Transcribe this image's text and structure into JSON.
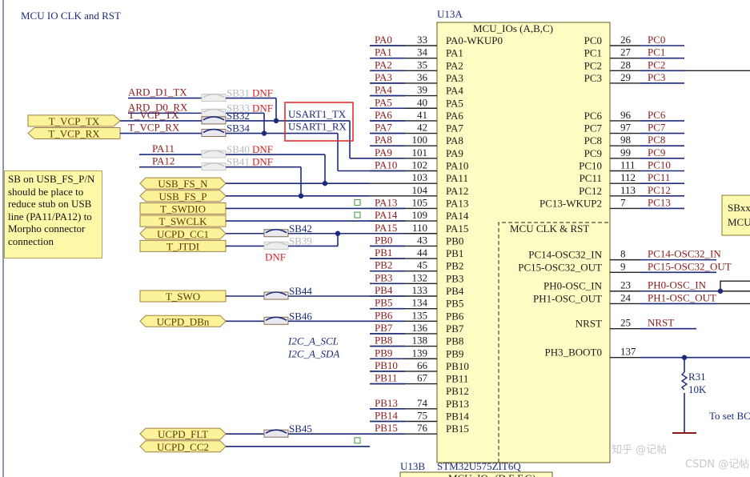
{
  "title": "MCU IO CLK and RST",
  "chip": {
    "designator_a": "U13A",
    "part_a": "MCU_IOs (A,B,C)",
    "designator_b": "U13B",
    "part_number": "STM32U575ZIT6Q",
    "part_b": "MCU_IOs (D,E,F,G)",
    "clk_section": "MCU CLK & RST"
  },
  "left_pins": [
    {
      "name": "PA0-WKUP0",
      "num": "33",
      "net": "PA0"
    },
    {
      "name": "PA1",
      "num": "34",
      "net": "PA1"
    },
    {
      "name": "PA2",
      "num": "35",
      "net": "PA2"
    },
    {
      "name": "PA3",
      "num": "36",
      "net": "PA3"
    },
    {
      "name": "PA4",
      "num": "39",
      "net": "PA4"
    },
    {
      "name": "PA5",
      "num": "40",
      "net": "PA5"
    },
    {
      "name": "PA6",
      "num": "41",
      "net": "PA6"
    },
    {
      "name": "PA7",
      "num": "42",
      "net": "PA7"
    },
    {
      "name": "PA8",
      "num": "100",
      "net": "PA8"
    },
    {
      "name": "PA9",
      "num": "101",
      "net": "PA9"
    },
    {
      "name": "PA10",
      "num": "102",
      "net": "PA10"
    },
    {
      "name": "PA11",
      "num": "103",
      "net": ""
    },
    {
      "name": "PA12",
      "num": "104",
      "net": ""
    },
    {
      "name": "PA13",
      "num": "105",
      "net": "PA13"
    },
    {
      "name": "PA14",
      "num": "109",
      "net": "PA14"
    },
    {
      "name": "PA15",
      "num": "110",
      "net": "PA15"
    },
    {
      "name": "PB0",
      "num": "43",
      "net": "PB0"
    },
    {
      "name": "PB1",
      "num": "44",
      "net": "PB1"
    },
    {
      "name": "PB2",
      "num": "45",
      "net": "PB2"
    },
    {
      "name": "PB3",
      "num": "132",
      "net": "PB3"
    },
    {
      "name": "PB4",
      "num": "133",
      "net": "PB4"
    },
    {
      "name": "PB5",
      "num": "134",
      "net": "PB5"
    },
    {
      "name": "PB6",
      "num": "135",
      "net": "PB6"
    },
    {
      "name": "PB7",
      "num": "136",
      "net": "PB7"
    },
    {
      "name": "PB8",
      "num": "138",
      "net": "PB8"
    },
    {
      "name": "PB9",
      "num": "139",
      "net": "PB9"
    },
    {
      "name": "PB10",
      "num": "66",
      "net": "PB10"
    },
    {
      "name": "PB11",
      "num": "67",
      "net": "PB11"
    },
    {
      "name": "PB12",
      "num": "",
      "net": ""
    },
    {
      "name": "PB13",
      "num": "74",
      "net": "PB13"
    },
    {
      "name": "PB14",
      "num": "75",
      "net": "PB14"
    },
    {
      "name": "PB15",
      "num": "76",
      "net": "PB15"
    }
  ],
  "right_pins": [
    {
      "name": "PC0",
      "num": "26",
      "net": "PC0"
    },
    {
      "name": "PC1",
      "num": "27",
      "net": "PC1"
    },
    {
      "name": "PC2",
      "num": "28",
      "net": "PC2"
    },
    {
      "name": "PC3",
      "num": "29",
      "net": "PC3"
    },
    {
      "name": "PC6",
      "num": "96",
      "net": "PC6"
    },
    {
      "name": "PC7",
      "num": "97",
      "net": "PC7"
    },
    {
      "name": "PC8",
      "num": "98",
      "net": "PC8"
    },
    {
      "name": "PC9",
      "num": "99",
      "net": "PC9"
    },
    {
      "name": "PC10",
      "num": "111",
      "net": "PC10"
    },
    {
      "name": "PC11",
      "num": "112",
      "net": "PC11"
    },
    {
      "name": "PC12",
      "num": "113",
      "net": "PC12"
    },
    {
      "name": "PC13-WKUP2",
      "num": "7",
      "net": "PC13"
    },
    {
      "name": "PC14-OSC32_IN",
      "num": "8",
      "net": "PC14-OSC32_IN"
    },
    {
      "name": "PC15-OSC32_OUT",
      "num": "9",
      "net": "PC15-OSC32_OUT"
    },
    {
      "name": "PH0-OSC_IN",
      "num": "23",
      "net": "PH0-OSC_IN"
    },
    {
      "name": "PH1-OSC_OUT",
      "num": "24",
      "net": "PH1-OSC_OUT"
    },
    {
      "name": "NRST",
      "num": "25",
      "net": "NRST"
    },
    {
      "name": "PH3_BOOT0",
      "num": "137",
      "net": ""
    }
  ],
  "ports": [
    {
      "label": "T_VCP_TX"
    },
    {
      "label": "T_VCP_RX"
    },
    {
      "label": "USB_FS_N"
    },
    {
      "label": "USB_FS_P"
    },
    {
      "label": "T_SWDIO"
    },
    {
      "label": "T_SWCLK"
    },
    {
      "label": "UCPD_CC1"
    },
    {
      "label": "T_JTDI"
    },
    {
      "label": "T_SWO"
    },
    {
      "label": "UCPD_DBn"
    },
    {
      "label": "UCPD_FLT"
    },
    {
      "label": "UCPD_CC2"
    }
  ],
  "nets_left": [
    {
      "label": "ARD_D1_TX"
    },
    {
      "label": "ARD_D0_RX"
    },
    {
      "label": "T_VCP_TX"
    },
    {
      "label": "T_VCP_RX"
    },
    {
      "label": "PA11"
    },
    {
      "label": "PA12"
    }
  ],
  "solder_bridges": [
    {
      "ref": "SB31",
      "dnf": true
    },
    {
      "ref": "SB33",
      "dnf": true
    },
    {
      "ref": "SB32",
      "dnf": false
    },
    {
      "ref": "SB34",
      "dnf": false
    },
    {
      "ref": "SB40",
      "dnf": true
    },
    {
      "ref": "SB41",
      "dnf": true
    },
    {
      "ref": "SB42",
      "dnf": false
    },
    {
      "ref": "SB39",
      "dnf": true
    },
    {
      "ref": "SB44",
      "dnf": false
    },
    {
      "ref": "SB46",
      "dnf": false
    },
    {
      "ref": "SB45",
      "dnf": false
    }
  ],
  "dnf_label": "DNF",
  "usart_box": {
    "tx": "USART1_TX",
    "rx": "USART1_RX",
    "highlight_color": "#e03030"
  },
  "i2c": {
    "scl": "I2C_A_SCL",
    "sda": "I2C_A_SDA"
  },
  "note": "SB on USB_FS_P/N should be place to reduce stub on USB line (PA11/PA12) to Morpho connector connection",
  "resistor": {
    "ref": "R31",
    "value": "10K"
  },
  "boot_note": "To set BC",
  "side_box": {
    "line1": "SBxx",
    "line2": "MCU"
  },
  "watermark": {
    "main": "知乎 @记帖",
    "small": "CSDN @记帖"
  },
  "colors": {
    "wire": "#1c2a7a",
    "net_label": "#8b1a1a",
    "chip_fill": "#fdfcc2",
    "port_fill": "#fbf29a",
    "dnf": "#d42020"
  }
}
